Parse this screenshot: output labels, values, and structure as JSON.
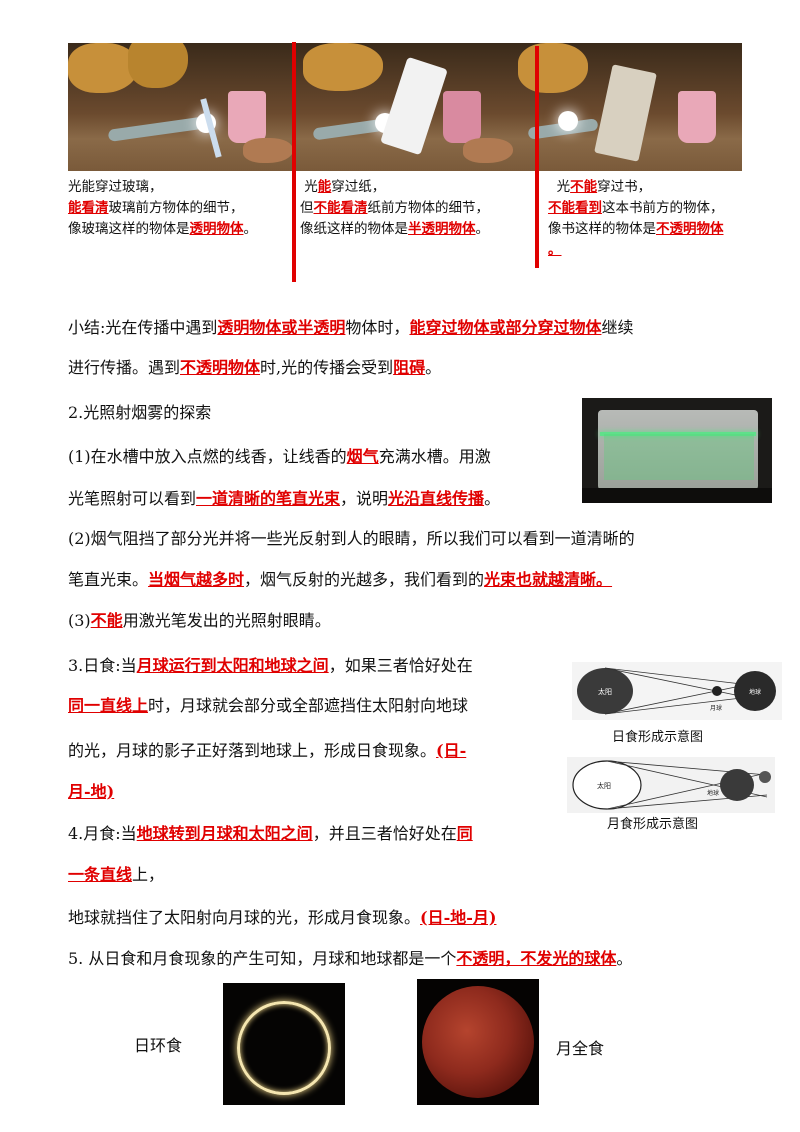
{
  "captions": {
    "glass": {
      "l1": "光能穿过玻璃，",
      "l2_red": "能看清",
      "l2_rest": "玻璃前方物体的细节，",
      "l3_pre": "像玻璃这样的物体是",
      "l3_red": "透明物体",
      "l3_post": "。"
    },
    "paper": {
      "l1_pre": "光",
      "l1_red": "能",
      "l1_post": "穿过纸，",
      "l2_pre": "但",
      "l2_red": "不能看清",
      "l2_post": "纸前方物体的细节，",
      "l3_pre": "像纸这样的物体是",
      "l3_red": "半透明物体",
      "l3_post": "。"
    },
    "book": {
      "l1_pre": "光",
      "l1_red": "不能",
      "l1_post": "穿过书，",
      "l2_red": "不能看到",
      "l2_post": "这本书前方的物体，",
      "l3_pre": "像书这样的物体是",
      "l3_red": "不透明物体",
      "l4_red": "。"
    }
  },
  "summary": {
    "a": "小结:光在传播中遇到",
    "b": "透明物体或半透明",
    "c": "物体时，",
    "d": "能穿过物体或部分穿过物体",
    "e": "继续",
    "f": "进行传播。遇到",
    "g": "不透明物体",
    "h": "时,光的传播会受到",
    "i": "阻碍",
    "j": "。"
  },
  "smoke": {
    "title": "2.光照射烟雾的探索",
    "p1a": "(1)在水槽中放入点燃的线香，让线香的",
    "p1b": "烟气",
    "p1c": "充满水槽。用激",
    "p1d": "光笔照射可以看到",
    "p1e": "一道清晰的笔直光束",
    "p1f": "，说明",
    "p1g": "光沿直线传播",
    "p1h": "。",
    "p2a": "(2)烟气阻挡了部分光并将一些光反射到人的眼睛，所以我们可以看到一道清晰的",
    "p2b": "笔直光束。",
    "p2c": "当烟气越多时",
    "p2d": "，烟气反射的光越多，我们看到的",
    "p2e": "光束也就越清晰。",
    "p3a": "(3)",
    "p3b": "不能",
    "p3c": "用激光笔发出的光照射眼睛。"
  },
  "solar": {
    "a": "3.日食:当",
    "b": "月球运行到太阳和地球之间",
    "c": "，如果三者恰好处在",
    "d": "同一直线上",
    "e": "时，月球就会部分或全部遮挡住太阳射向地球",
    "f": "的光，月球的影子正好落到地球上，形成日食现象。",
    "g": "(日-",
    "h": "月-地)"
  },
  "lunar": {
    "a": "4.月食:当",
    "b": "地球转到月球和太阳之间",
    "c": "，并且三者恰好处在",
    "d": "同",
    "e": "一条直线",
    "f": "上，",
    "g": "地球就挡住了太阳射向月球的光，形成月食现象。",
    "h": "(日-地-月)"
  },
  "conclusion": {
    "a": "5.  从日食和月食现象的产生可知，月球和地球都是一个",
    "b": "不透明，不发光的球体",
    "c": "。"
  },
  "diagrams": {
    "solar_caption": "日食形成示意图",
    "lunar_caption": "月食形成示意图",
    "sun": "太阳",
    "moon": "月球",
    "earth": "地球"
  },
  "photos": {
    "annular_label": "日环食",
    "blood_moon_label": "月全食"
  }
}
